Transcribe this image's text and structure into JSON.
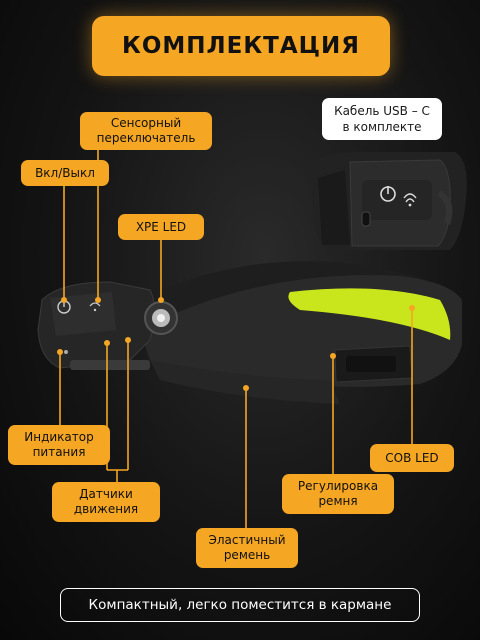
{
  "title": "КОМПЛЕКТАЦИЯ",
  "callouts": {
    "touch_switch": "Сенсорный переключатель",
    "on_off": "Вкл/Выкл",
    "xpe_led": "XPE LED",
    "usb_cable_line1": "Кабель USB – C",
    "usb_cable_line2": "в комплекте",
    "power_indicator": "Индикатор питания",
    "motion_sensors": "Датчики движения",
    "elastic_strap": "Эластичный ремень",
    "strap_adjust": "Регулировка ремня",
    "cob_led": "COB LED"
  },
  "footer": "Компактный, легко поместится в кармане",
  "colors": {
    "accent": "#f5a623",
    "cob_light": "#c9e61c",
    "background": "#111111"
  },
  "icons": [
    "power-icon",
    "wave-icon",
    "usb-port-icon"
  ]
}
